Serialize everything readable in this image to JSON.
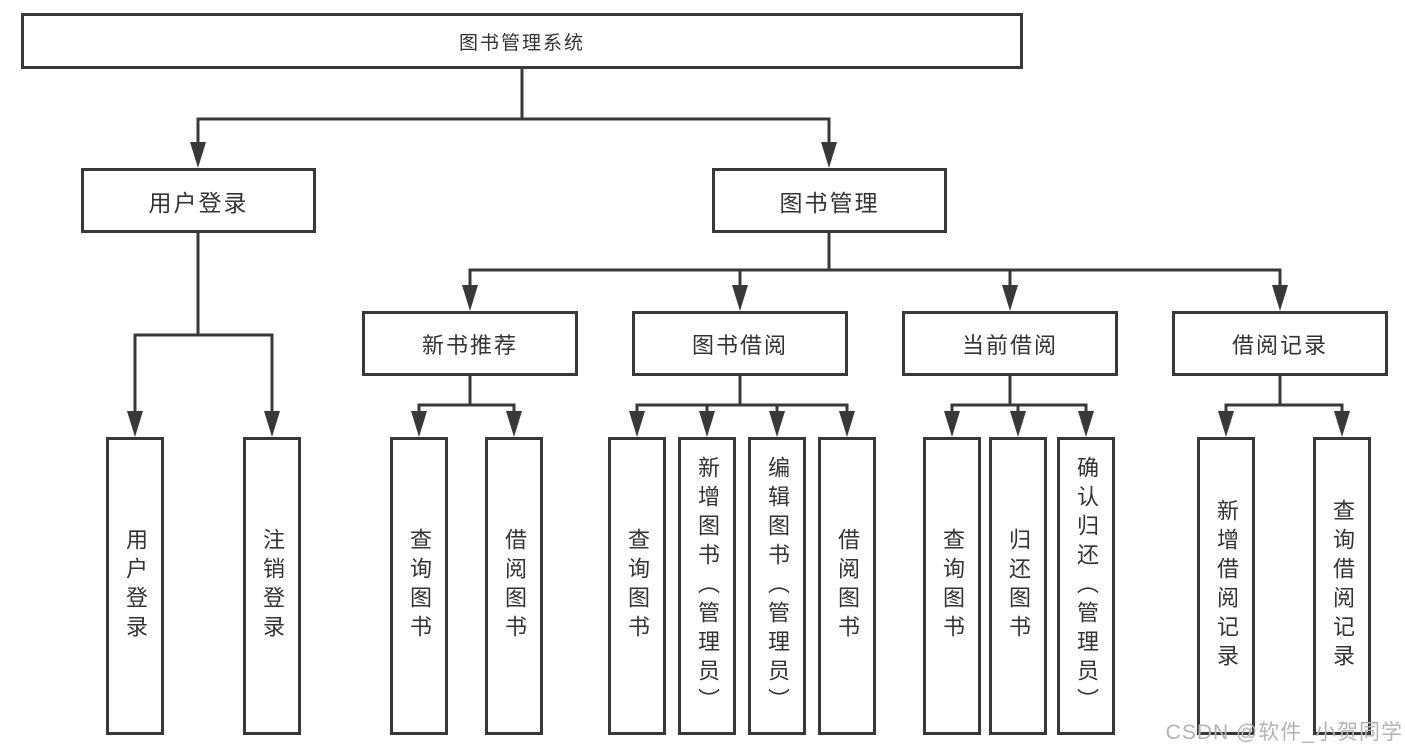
{
  "tree": {
    "root": {
      "label": "图书管理系统"
    },
    "children": [
      {
        "label": "用户登录",
        "children": [
          {
            "label": "用户登录"
          },
          {
            "label": "注销登录"
          }
        ]
      },
      {
        "label": "图书管理",
        "children": [
          {
            "label": "新书推荐",
            "children": [
              {
                "label": "查询图书"
              },
              {
                "label": "借阅图书"
              }
            ]
          },
          {
            "label": "图书借阅",
            "children": [
              {
                "label": "查询图书"
              },
              {
                "label": "新增图书（管理员）"
              },
              {
                "label": "编辑图书（管理员）"
              },
              {
                "label": "借阅图书"
              }
            ]
          },
          {
            "label": "当前借阅",
            "children": [
              {
                "label": "查询图书"
              },
              {
                "label": "归还图书"
              },
              {
                "label": "确认归还（管理员）"
              }
            ]
          },
          {
            "label": "借阅记录",
            "children": [
              {
                "label": "新增借阅记录"
              },
              {
                "label": "查询借阅记录"
              }
            ]
          }
        ]
      }
    ]
  },
  "watermark": {
    "text": "CSDN @软件_小贺同学"
  },
  "colors": {
    "line": "#383838",
    "text": "#333333",
    "background": "#ffffff",
    "watermark": "#b3b3b3"
  }
}
